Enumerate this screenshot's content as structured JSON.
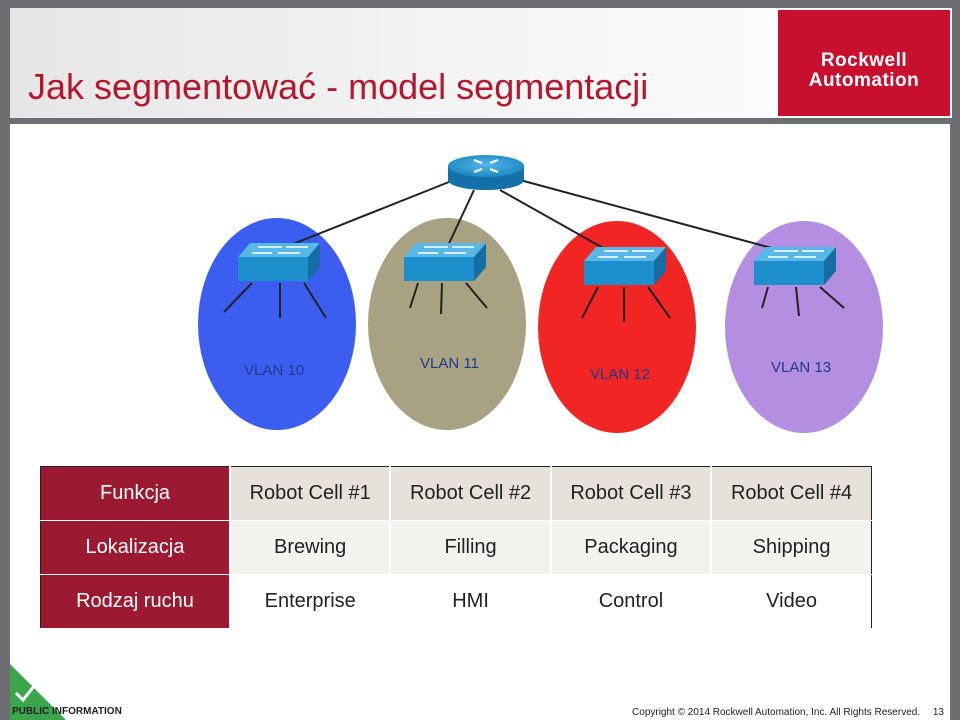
{
  "title": "Jak segmentować - model segmentacji",
  "logo": {
    "line1": "Rockwell",
    "line2": "Automation"
  },
  "vlans": [
    {
      "label": "VLAN 10",
      "color": "#3b5ef0"
    },
    {
      "label": "VLAN 11",
      "color": "#a8a282"
    },
    {
      "label": "VLAN 12",
      "color": "#f22525"
    },
    {
      "label": "VLAN 13",
      "color": "#b48ee0"
    }
  ],
  "table": {
    "rows": [
      {
        "header": "Funkcja",
        "cells": [
          "Robot Cell #1",
          "Robot Cell #2",
          "Robot Cell #3",
          "Robot Cell #4"
        ]
      },
      {
        "header": "Lokalizacja",
        "cells": [
          "Brewing",
          "Filling",
          "Packaging",
          "Shipping"
        ]
      },
      {
        "header": "Rodzaj ruchu",
        "cells": [
          "Enterprise",
          "HMI",
          "Control",
          "Video"
        ]
      }
    ]
  },
  "footer": {
    "classification": "PUBLIC INFORMATION",
    "copyright": "Copyright © 2014 Rockwell Automation, Inc. All Rights Reserved.",
    "page_number": "13"
  },
  "colors": {
    "brand_red": "#c8102e",
    "title_red": "#b5172e",
    "table_header": "#9c1a31",
    "device_blue": "#1f8fc9"
  }
}
